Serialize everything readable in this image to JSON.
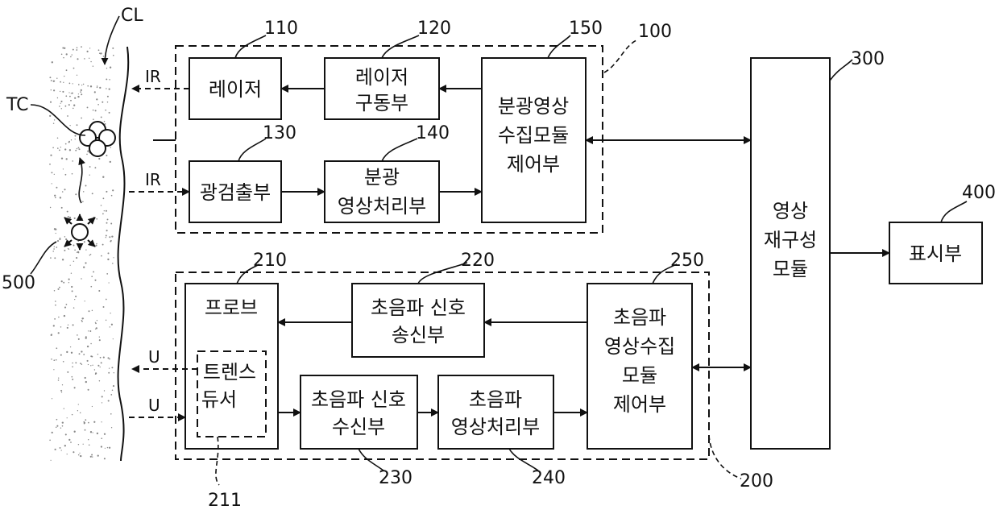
{
  "diagram": {
    "blocks": {
      "laser": {
        "lines": [
          "레이저"
        ]
      },
      "laser_driver": {
        "lines": [
          "레이저",
          "구동부"
        ]
      },
      "spectral_control": {
        "lines": [
          "분광영상",
          "수집모듈",
          "제어부"
        ]
      },
      "photodetector": {
        "lines": [
          "광검출부"
        ]
      },
      "spectral_processor": {
        "lines": [
          "분광",
          "영상처리부"
        ]
      },
      "reconstruction": {
        "lines": [
          "영상",
          "재구성",
          "모듈"
        ]
      },
      "display": {
        "lines": [
          "표시부"
        ]
      },
      "probe": {
        "lines": [
          "프로브"
        ]
      },
      "transducer": {
        "lines": [
          "트렌스",
          "듀서"
        ]
      },
      "us_transmitter": {
        "lines": [
          "초음파 신호",
          "송신부"
        ]
      },
      "us_receiver": {
        "lines": [
          "초음파 신호",
          "수신부"
        ]
      },
      "us_processor": {
        "lines": [
          "초음파",
          "영상처리부"
        ]
      },
      "us_control": {
        "lines": [
          "초음파",
          "영상수집",
          "모듈",
          "제어부"
        ]
      }
    },
    "refs": {
      "r110": "110",
      "r120": "120",
      "r150": "150",
      "r100": "100",
      "r130": "130",
      "r140": "140",
      "r300": "300",
      "r400": "400",
      "r210": "210",
      "r220": "220",
      "r250": "250",
      "r211": "211",
      "r230": "230",
      "r240": "240",
      "r200": "200",
      "r500": "500",
      "cl": "CL",
      "tc": "TC"
    },
    "signals": {
      "ir_out": "IR",
      "ir_in": "IR",
      "u_out": "U",
      "u_in": "U"
    }
  }
}
